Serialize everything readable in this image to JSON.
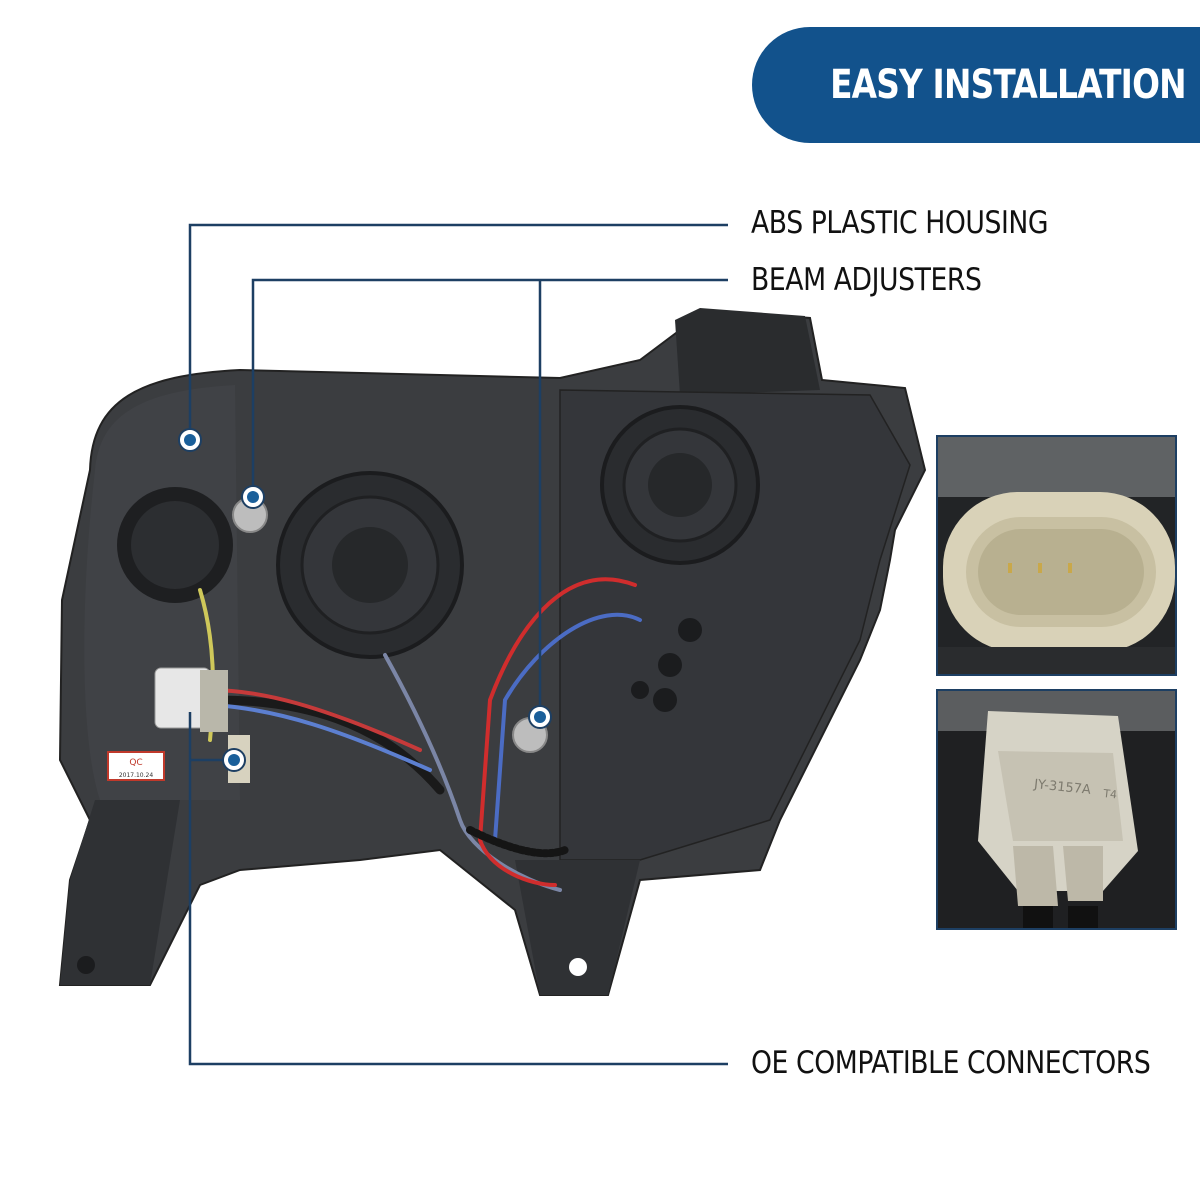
{
  "banner": {
    "label": "EASY INSTALLATION"
  },
  "callouts": {
    "housing": "ABS PLASTIC HOUSING",
    "beam": "BEAM ADJUSTERS",
    "connectors": "OE COMPATIBLE CONNECTORS"
  },
  "housing_print": {
    "qc_label": "QC",
    "qc_date": "2017.10.24",
    "connector_tag": "JY-3157A",
    "connector_tag_suffix": "T4"
  },
  "colors": {
    "banner": "#12528c",
    "line": "#1d3f63",
    "dot": "#1a5f9a",
    "housing": "#3b3d40",
    "housing_dark": "#26282a",
    "plug_tan": "#d9d2b8"
  }
}
